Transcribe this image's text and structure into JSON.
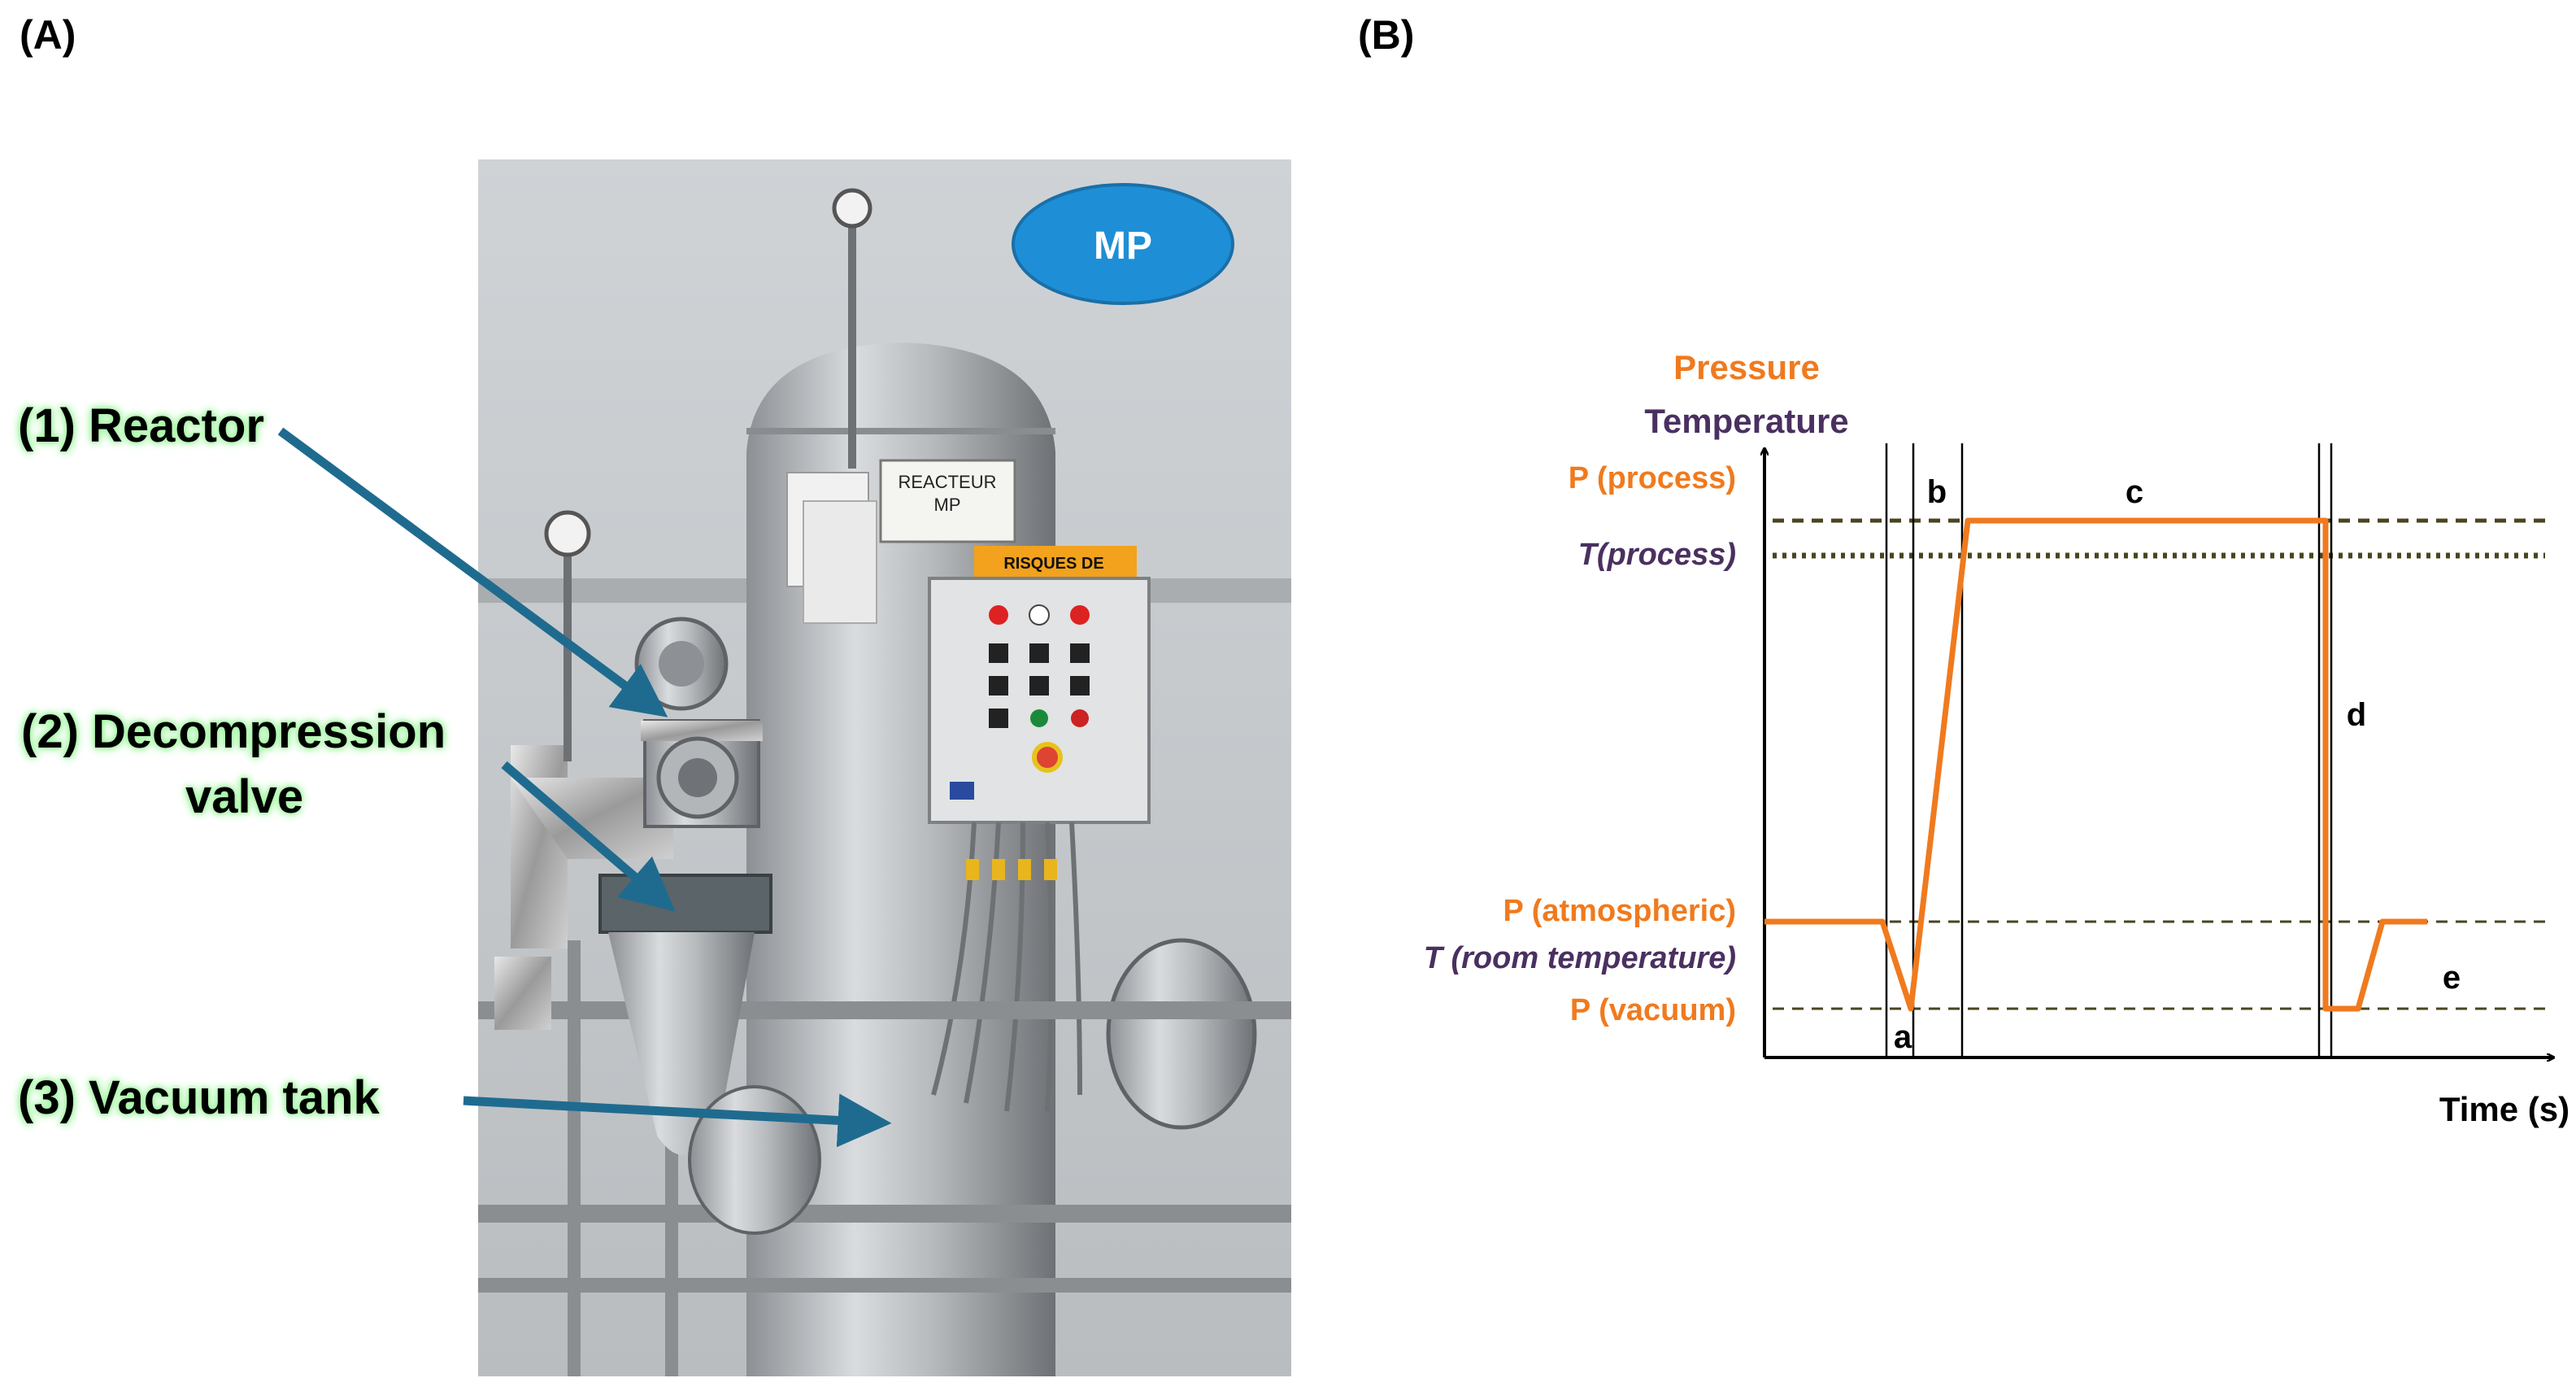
{
  "panels": {
    "a_label": "(A)",
    "b_label": "(B)"
  },
  "photo": {
    "badge": "MP",
    "sign_title": "REACTEUR",
    "sign_sub": "MP",
    "warning": "RISQUES DE"
  },
  "callouts": {
    "reactor": "(1) Reactor",
    "valve_line1": "(2) Decompression",
    "valve_line2": "valve",
    "tank": "(3) Vacuum tank"
  },
  "diagram": {
    "y_title_1": "Pressure",
    "y_title_2": "Temperature",
    "levels": {
      "p_process": "P (process)",
      "t_process": "T(process)",
      "p_atm": "P (atmospheric)",
      "t_room": "T (room temperature)",
      "p_vac": "P (vacuum)"
    },
    "phases": {
      "a": "a",
      "b": "b",
      "c": "c",
      "d": "d",
      "e": "e"
    },
    "x_title": "Time (s)",
    "colors": {
      "pressure": "#f07a1e",
      "temperature": "#4a3060",
      "dashed": "#4a4520"
    }
  }
}
